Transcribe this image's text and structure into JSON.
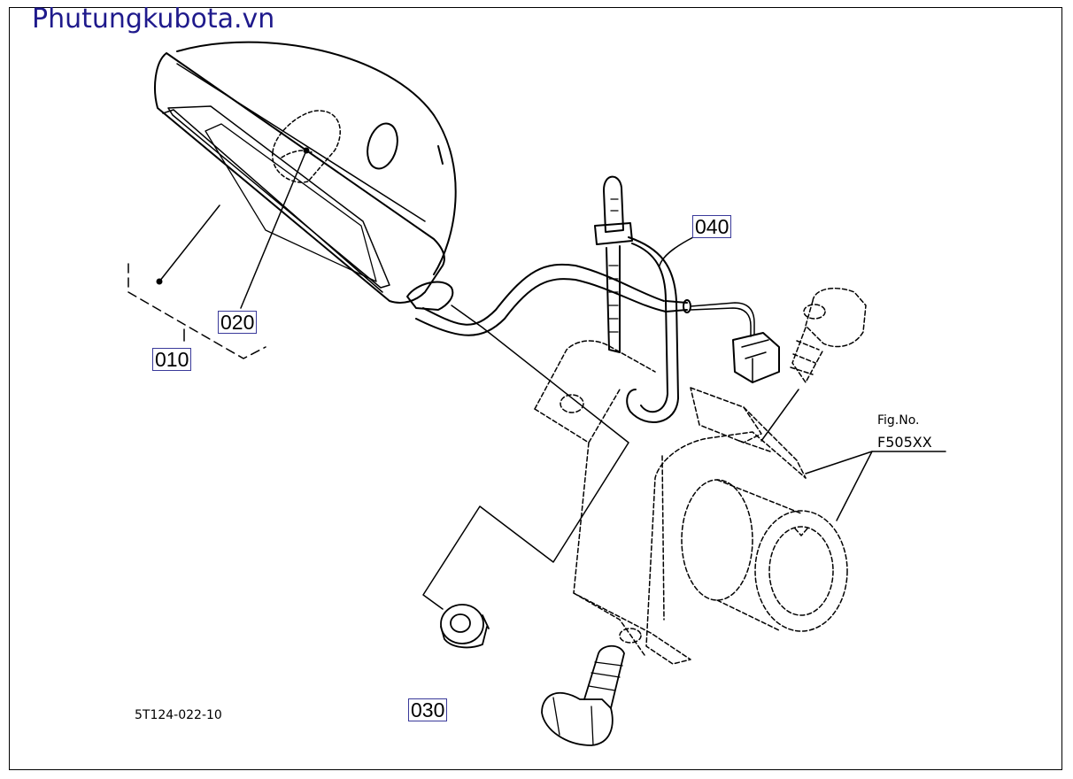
{
  "watermark": "Phutungkubota.vn",
  "callouts": {
    "c010": "010",
    "c020": "020",
    "c030": "030",
    "c040": "040"
  },
  "figure_ref": {
    "line1": "Fig.No.",
    "line2": "F505XX"
  },
  "drawing_number": "5T124-022-10",
  "colors": {
    "watermark": "#1f1a8c",
    "callout_border": "#3a3a9a",
    "line": "#000000"
  }
}
